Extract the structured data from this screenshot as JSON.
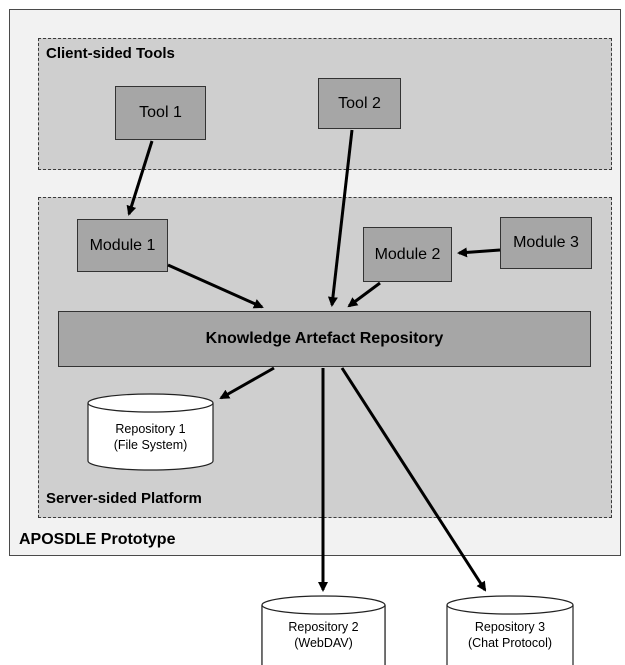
{
  "outer": {
    "label": "APOSDLE Prototype"
  },
  "client_region": {
    "label": "Client-sided Tools"
  },
  "server_region": {
    "label": "Server-sided Platform"
  },
  "tools": [
    {
      "label": "Tool 1"
    },
    {
      "label": "Tool 2"
    }
  ],
  "modules": [
    {
      "label": "Module 1"
    },
    {
      "label": "Module 2"
    },
    {
      "label": "Module 3"
    }
  ],
  "kar": {
    "label": "Knowledge Artefact Repository"
  },
  "repositories": [
    {
      "line1": "Repository 1",
      "line2": "(File System)"
    },
    {
      "line1": "Repository 2",
      "line2": "(WebDAV)"
    },
    {
      "line1": "Repository 3",
      "line2": "(Chat Protocol)"
    }
  ]
}
